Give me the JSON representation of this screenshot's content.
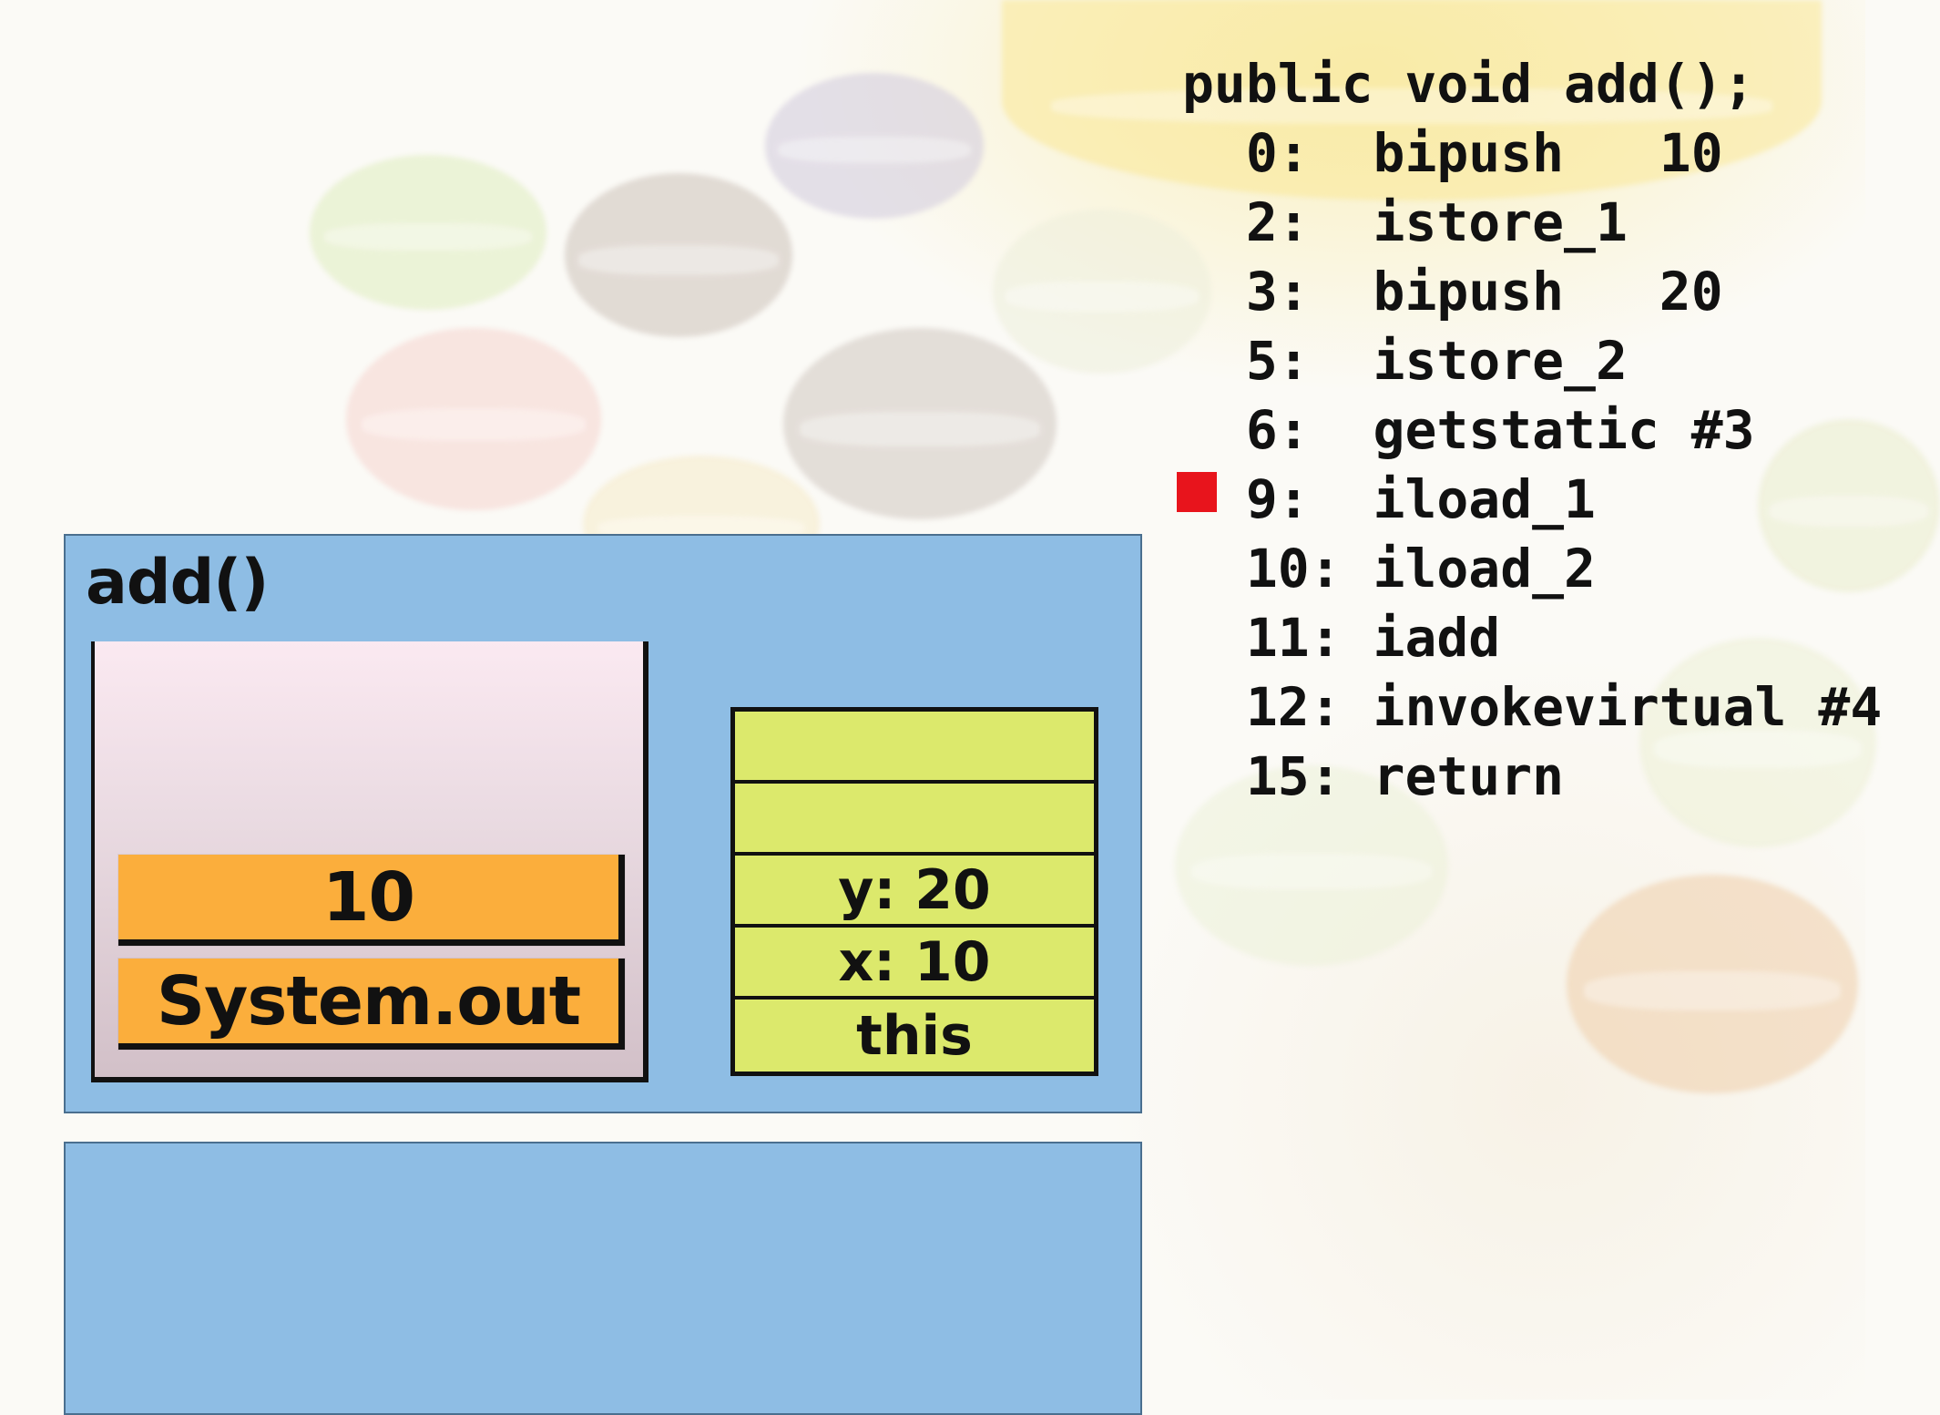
{
  "code": {
    "header": "public void add();",
    "lines": [
      {
        "offset": "0:",
        "instruction": "bipush   10"
      },
      {
        "offset": "2:",
        "instruction": "istore_1"
      },
      {
        "offset": "3:",
        "instruction": "bipush   20"
      },
      {
        "offset": "5:",
        "instruction": "istore_2"
      },
      {
        "offset": "6:",
        "instruction": "getstatic #3"
      },
      {
        "offset": "9:",
        "instruction": "iload_1"
      },
      {
        "offset": "10:",
        "instruction": "iload_2"
      },
      {
        "offset": "11:",
        "instruction": "iadd"
      },
      {
        "offset": "12:",
        "instruction": "invokevirtual #4"
      },
      {
        "offset": "15:",
        "instruction": "return"
      }
    ],
    "current_instruction_offset": "9:",
    "marker_color": "#e8141c"
  },
  "frame": {
    "title": "add()",
    "operand_stack": [
      "10",
      "System.out"
    ],
    "locals": [
      "",
      "",
      "y: 20",
      "x: 10",
      "this"
    ]
  },
  "colors": {
    "frame_bg": "#8ebde4",
    "stack_item": "#fbae3c",
    "locals_bg": "#dce96c"
  }
}
